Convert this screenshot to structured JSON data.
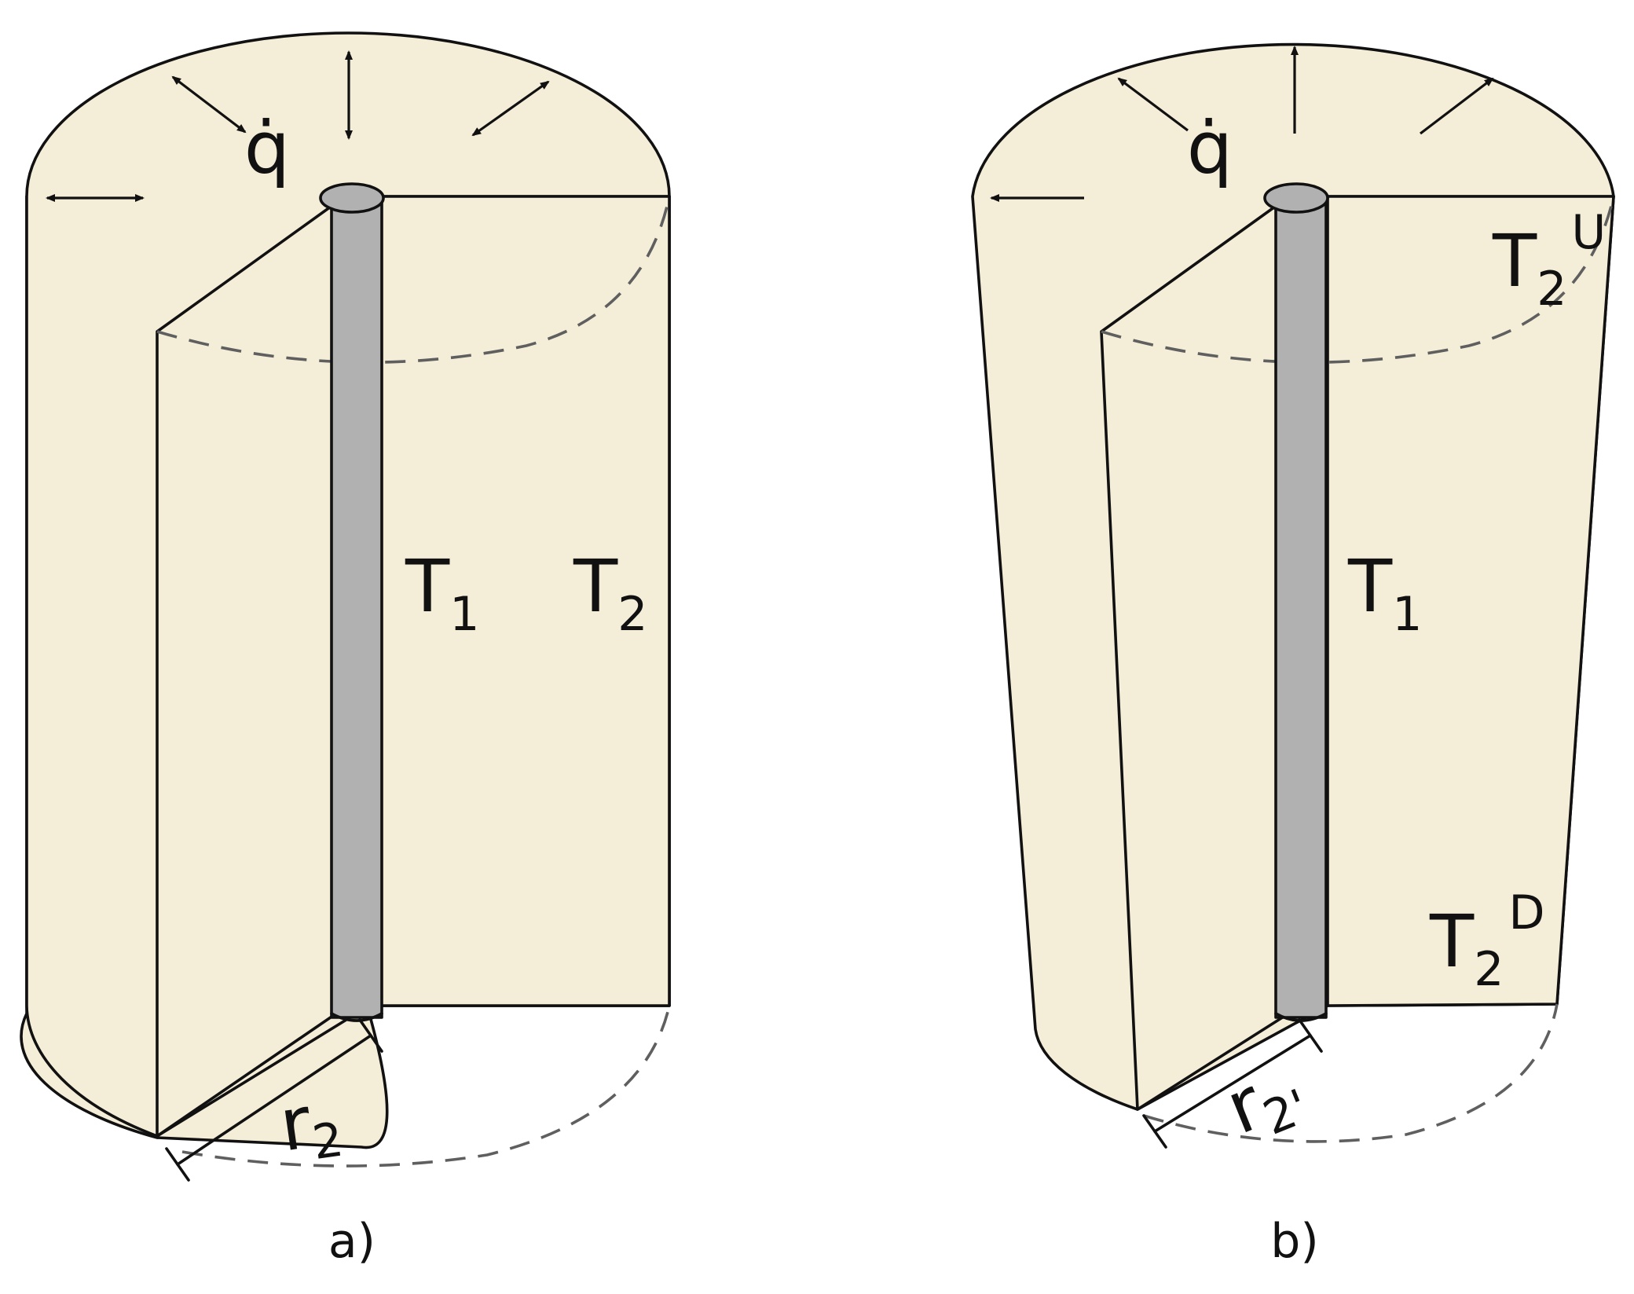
{
  "colors": {
    "body_fill": "#f4edd8",
    "rod_fill": "#b1b1b1",
    "hidden_edge": "#5f5f5f",
    "stroke": "#111111"
  },
  "panel_a": {
    "heat_flux_label": "q̇",
    "T1": {
      "base": "T",
      "sub": "1"
    },
    "T2": {
      "base": "T",
      "sub": "2"
    },
    "radius": {
      "base": "r",
      "sub": "2"
    },
    "caption": "a)"
  },
  "panel_b": {
    "heat_flux_label": "q̇",
    "T1": {
      "base": "T",
      "sub": "1"
    },
    "T2_upper": {
      "base": "T",
      "sub": "2",
      "sup": "U"
    },
    "T2_lower": {
      "base": "T",
      "sub": "2",
      "sup": "D"
    },
    "radius": {
      "base": "r",
      "sub": "2'"
    },
    "caption": "b)"
  }
}
